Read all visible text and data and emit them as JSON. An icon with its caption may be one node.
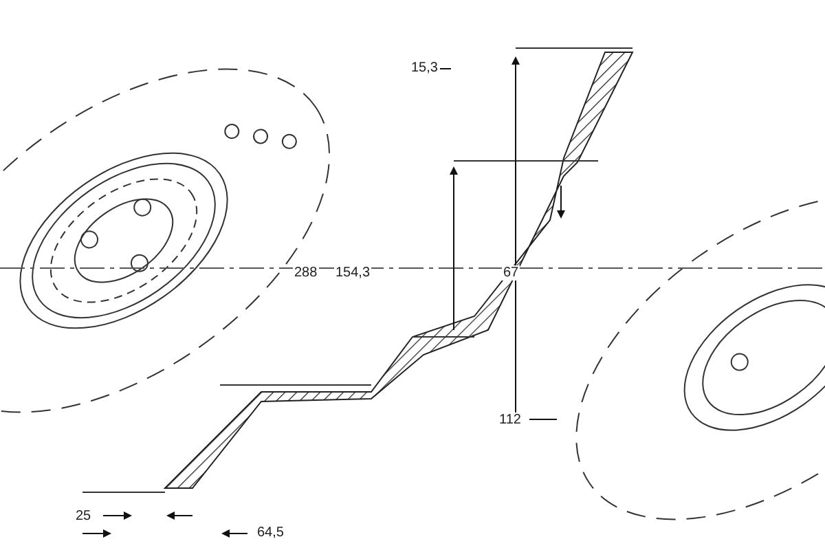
{
  "diagram": {
    "labels": [
      "15,3",
      "288",
      "154,3",
      "67",
      "112",
      "25",
      "64,5"
    ]
  }
}
